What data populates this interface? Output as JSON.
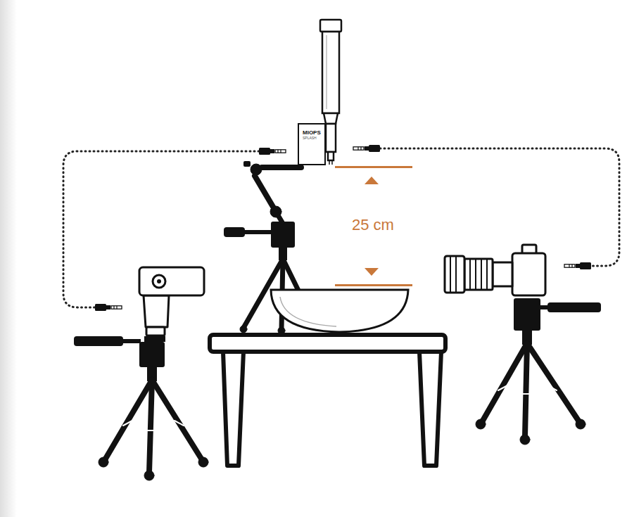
{
  "diagram": {
    "nodes": [
      {
        "text": [
          "MIOPS",
          "SPLASH"
        ]
      }
    ],
    "labels": [
      "25 cm"
    ]
  }
}
